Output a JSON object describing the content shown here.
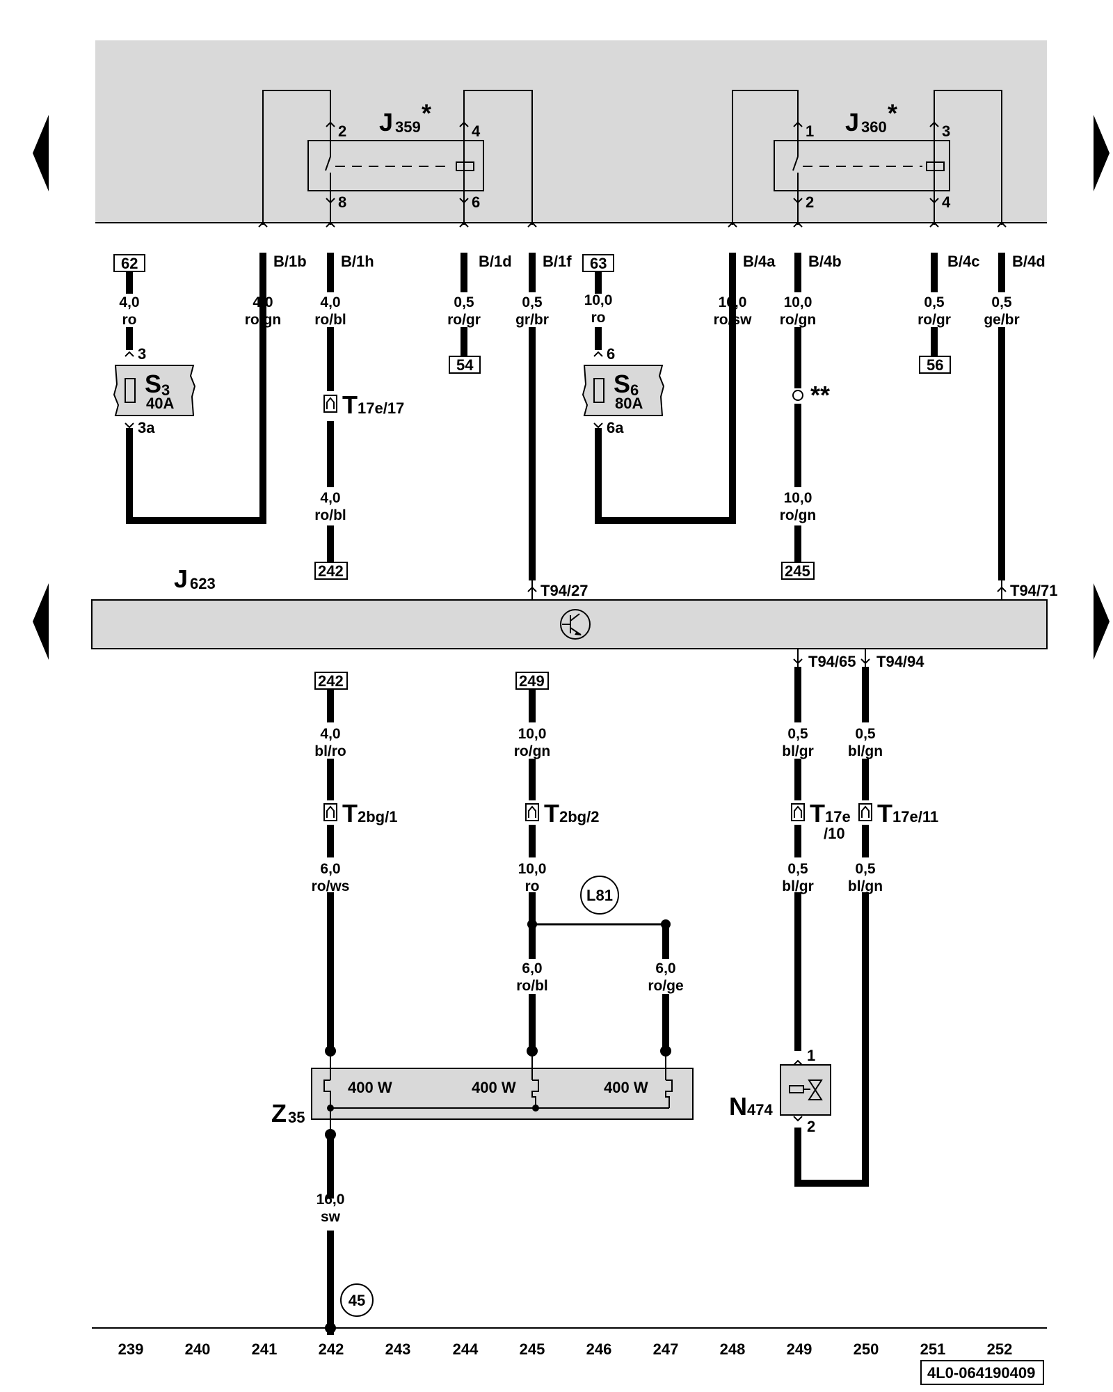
{
  "document_code": "4L0-064190409",
  "relays": {
    "j359": {
      "name": "J",
      "sub": "359",
      "mark": "*",
      "pins": [
        "2",
        "4",
        "8",
        "6"
      ]
    },
    "j360": {
      "name": "J",
      "sub": "360",
      "mark": "*",
      "pins": [
        "1",
        "3",
        "2",
        "4"
      ]
    }
  },
  "busbar_terminals": {
    "b1b": "B/1b",
    "b1h": "B/1h",
    "b1d": "B/1d",
    "b1f": "B/1f",
    "b4a": "B/4a",
    "b4b": "B/4b",
    "b4c": "B/4c",
    "b4d": "B/4d"
  },
  "ref_boxes": {
    "r62": "62",
    "r63": "63",
    "r54": "54",
    "r56": "56",
    "r242a": "242",
    "r245": "245",
    "r242b": "242",
    "r249": "249"
  },
  "wires": {
    "w62_size": "4,0",
    "w62_color": "ro",
    "wb1b_size": "4,0",
    "wb1b_color": "ro/gn",
    "wb1h_size": "4,0",
    "wb1h_color": "ro/bl",
    "wb1h2_size": "4,0",
    "wb1h2_color": "ro/bl",
    "wb1d_size": "0,5",
    "wb1d_color": "ro/gr",
    "wb1f_size": "0,5",
    "wb1f_color": "gr/br",
    "w63_size": "10,0",
    "w63_color": "ro",
    "wb4a_size": "10,0",
    "wb4a_color": "ro/sw",
    "wb4b_size": "10,0",
    "wb4b_color": "ro/gn",
    "wb4b2_size": "10,0",
    "wb4b2_color": "ro/gn",
    "wb4c_size": "0,5",
    "wb4c_color": "ro/gr",
    "wb4d_size": "0,5",
    "wb4d_color": "ge/br",
    "w242_size": "4,0",
    "w242_color": "bl/ro",
    "w242b_size": "6,0",
    "w242b_color": "ro/ws",
    "w249_size": "10,0",
    "w249_color": "ro/gn",
    "w249b_size": "10,0",
    "w249b_color": "ro",
    "w249c_size": "6,0",
    "w249c_color": "ro/bl",
    "w249d_size": "6,0",
    "w249d_color": "ro/ge",
    "wt65_size": "0,5",
    "wt65_color": "bl/gr",
    "wt65b_size": "0,5",
    "wt65b_color": "bl/gr",
    "wt94_size": "0,5",
    "wt94_color": "bl/gn",
    "wt94b_size": "0,5",
    "wt94b_color": "bl/gn",
    "wgnd_size": "16,0",
    "wgnd_color": "sw"
  },
  "fuses": {
    "s3": {
      "name": "S",
      "sub": "3",
      "rating": "40A",
      "pin_in": "3",
      "pin_out": "3a"
    },
    "s6": {
      "name": "S",
      "sub": "6",
      "rating": "80A",
      "pin_in": "6",
      "pin_out": "6a"
    }
  },
  "connectors": {
    "t17e17_main": "T",
    "t17e17_sub": "17e/17",
    "t2bg1_main": "T",
    "t2bg1_sub": "2bg/1",
    "t2bg2_main": "T",
    "t2bg2_sub": "2bg/2",
    "t17e10_main": "T",
    "t17e10_sub": "17e",
    "t17e10_sub2": "/10",
    "t17e11_main": "T",
    "t17e11_sub": "17e/11"
  },
  "splice_note": "**",
  "control_unit": {
    "name": "J",
    "sub": "623",
    "pin_t27": "T94/27",
    "pin_t71": "T94/71",
    "pin_t65": "T94/65",
    "pin_t94": "T94/94"
  },
  "circle_refs": {
    "l81": "L81",
    "g45": "45"
  },
  "heater": {
    "name": "Z",
    "sub": "35",
    "elements": [
      "400 W",
      "400 W",
      "400 W"
    ]
  },
  "valve": {
    "name": "N",
    "sub": "474",
    "pin1": "1",
    "pin2": "2"
  },
  "track_numbers": [
    "239",
    "240",
    "241",
    "242",
    "243",
    "244",
    "245",
    "246",
    "247",
    "248",
    "249",
    "250",
    "251",
    "252"
  ],
  "colors": {
    "panel": "#d9d9d9",
    "line": "#000000"
  }
}
